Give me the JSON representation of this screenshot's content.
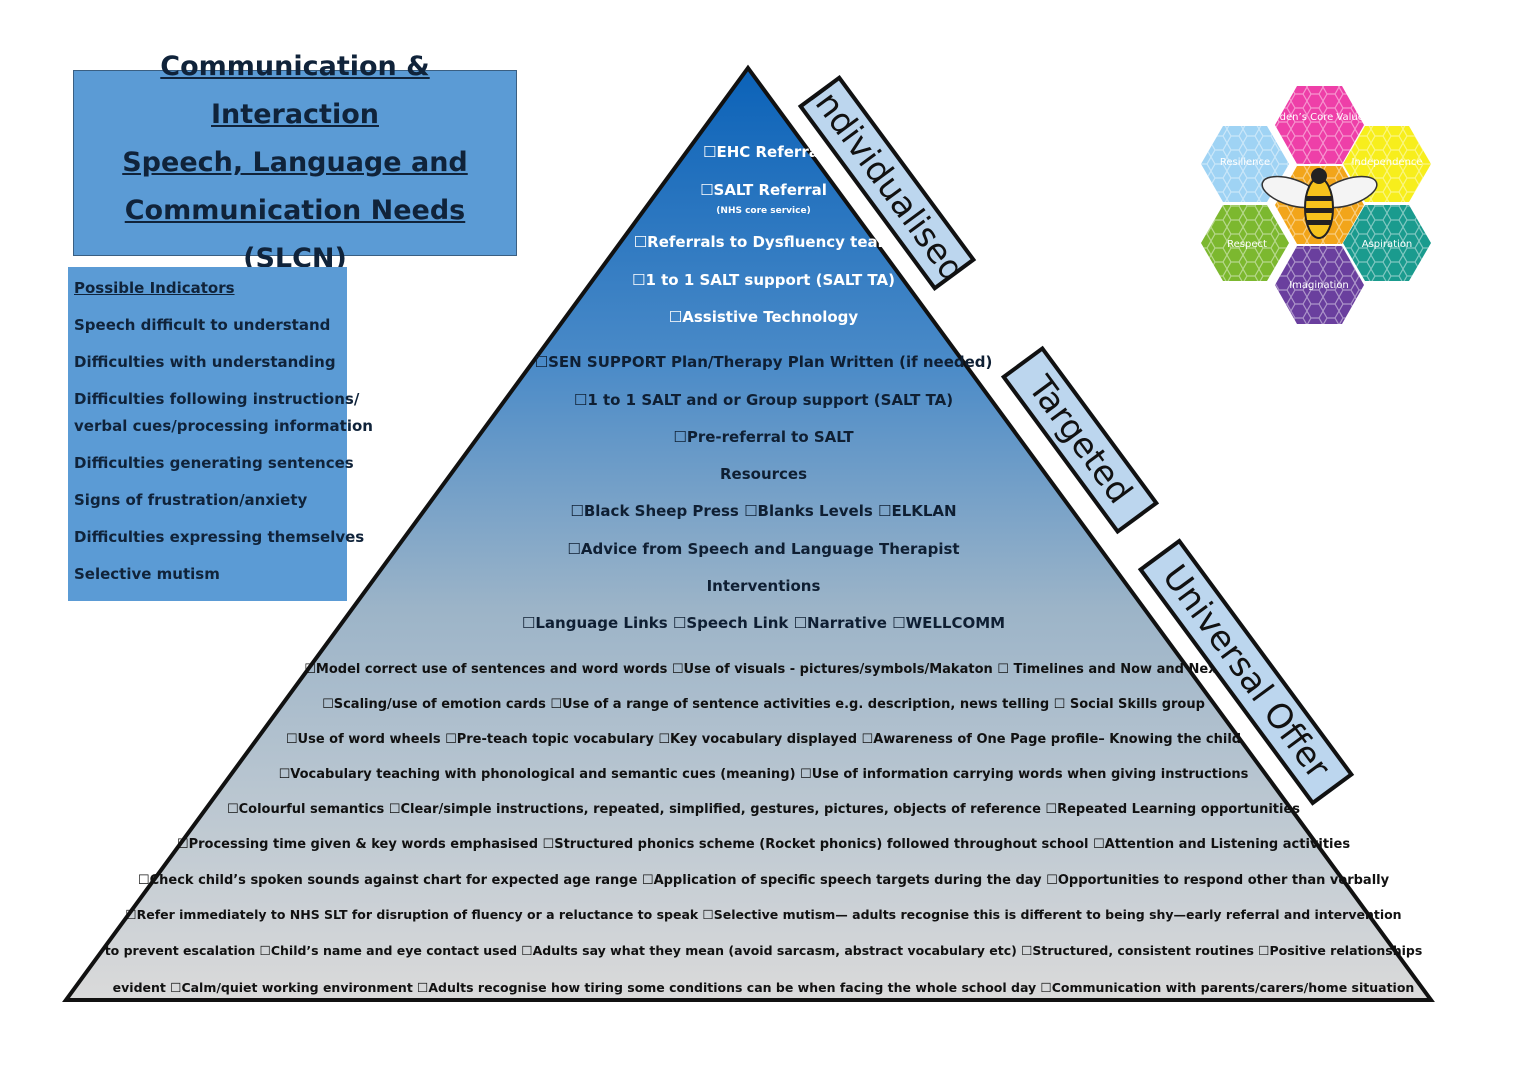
{
  "title": {
    "line1": "Communication &  Interaction",
    "line2": "Speech, Language and",
    "line3": "Communication Needs (SLCN)"
  },
  "indicators": {
    "heading": "Possible Indicators",
    "items": [
      "Speech difficult to understand",
      "Difficulties with understanding",
      "Difficulties following instructions/",
      "verbal cues/processing information",
      "Difficulties generating sentences",
      "Signs of frustration/anxiety",
      "Difficulties expressing themselves",
      "Selective mutism"
    ]
  },
  "tiers": {
    "individualised": "Individualised",
    "targeted": "Targeted",
    "universal": "Universal Offer"
  },
  "individualised_lines": [
    "☐EHC Referral",
    "☐SALT Referral",
    "(NHS core service)",
    "☐Referrals to Dysfluency team",
    "☐1 to 1 SALT support (SALT TA)",
    "☐Assistive Technology"
  ],
  "targeted_lines": [
    "☐SEN SUPPORT Plan/Therapy Plan Written (if needed)",
    "☐1 to 1 SALT and or Group support (SALT TA)",
    "☐Pre-referral to SALT",
    "Resources",
    "☐Black Sheep Press ☐Blanks Levels ☐ELKLAN",
    "☐Advice from Speech and Language Therapist",
    "Interventions",
    "☐Language Links ☐Speech Link ☐Narrative ☐WELLCOMM"
  ],
  "universal_lines": [
    "☐Model correct use of sentences and word words  ☐Use of visuals  - pictures/symbols/Makaton ☐ Timelines and Now and Next",
    "☐Scaling/use of emotion cards  ☐Use of a range of sentence activities  e.g. description, news telling ☐ Social Skills group",
    "☐Use of word wheels ☐Pre-teach topic vocabulary ☐Key vocabulary displayed ☐Awareness of One Page profile– Knowing the child",
    "☐Vocabulary teaching with phonological and semantic cues (meaning) ☐Use of information carrying words when giving instructions",
    "☐Colourful semantics ☐Clear/simple instructions, repeated, simplified, gestures, pictures, objects of reference ☐Repeated Learning opportunities",
    "☐Processing time given & key words emphasised  ☐Structured phonics scheme (Rocket phonics) followed throughout school ☐Attention and Listening activities",
    "☐Check child’s spoken sounds against chart for expected age range ☐Application of specific speech targets during the day ☐Opportunities to respond other than verbally",
    "☐Refer immediately to NHS SLT for disruption of fluency or a reluctance to speak  ☐Selective mutism— adults recognise this is different to being shy—early referral and intervention",
    "to prevent escalation  ☐Child’s name and eye contact used ☐Adults say what they mean (avoid sarcasm, abstract vocabulary etc) ☐Structured, consistent routines ☐Positive relationships",
    "evident  ☐Calm/quiet working environment ☐Adults recognise how tiring some conditions can be when facing the whole school day ☐Communication with parents/carers/home situation"
  ],
  "logo": {
    "center": "Arden’s Core Values",
    "values": [
      "Resilience",
      "Independence",
      "Respect",
      "Aspiration",
      "Imagination"
    ],
    "colors": [
      "#ee3fa8",
      "#9fd3f4",
      "#f7ee1c",
      "#7cb82f",
      "#1a9b8e",
      "#6a3f9e",
      "#f2a51a"
    ]
  },
  "colors": {
    "panel_blue": "#5b9bd5",
    "tier_label": "#bcd6ee",
    "pyramid_top": "#0b62b8",
    "pyramid_bottom": "#d6d6d6"
  }
}
